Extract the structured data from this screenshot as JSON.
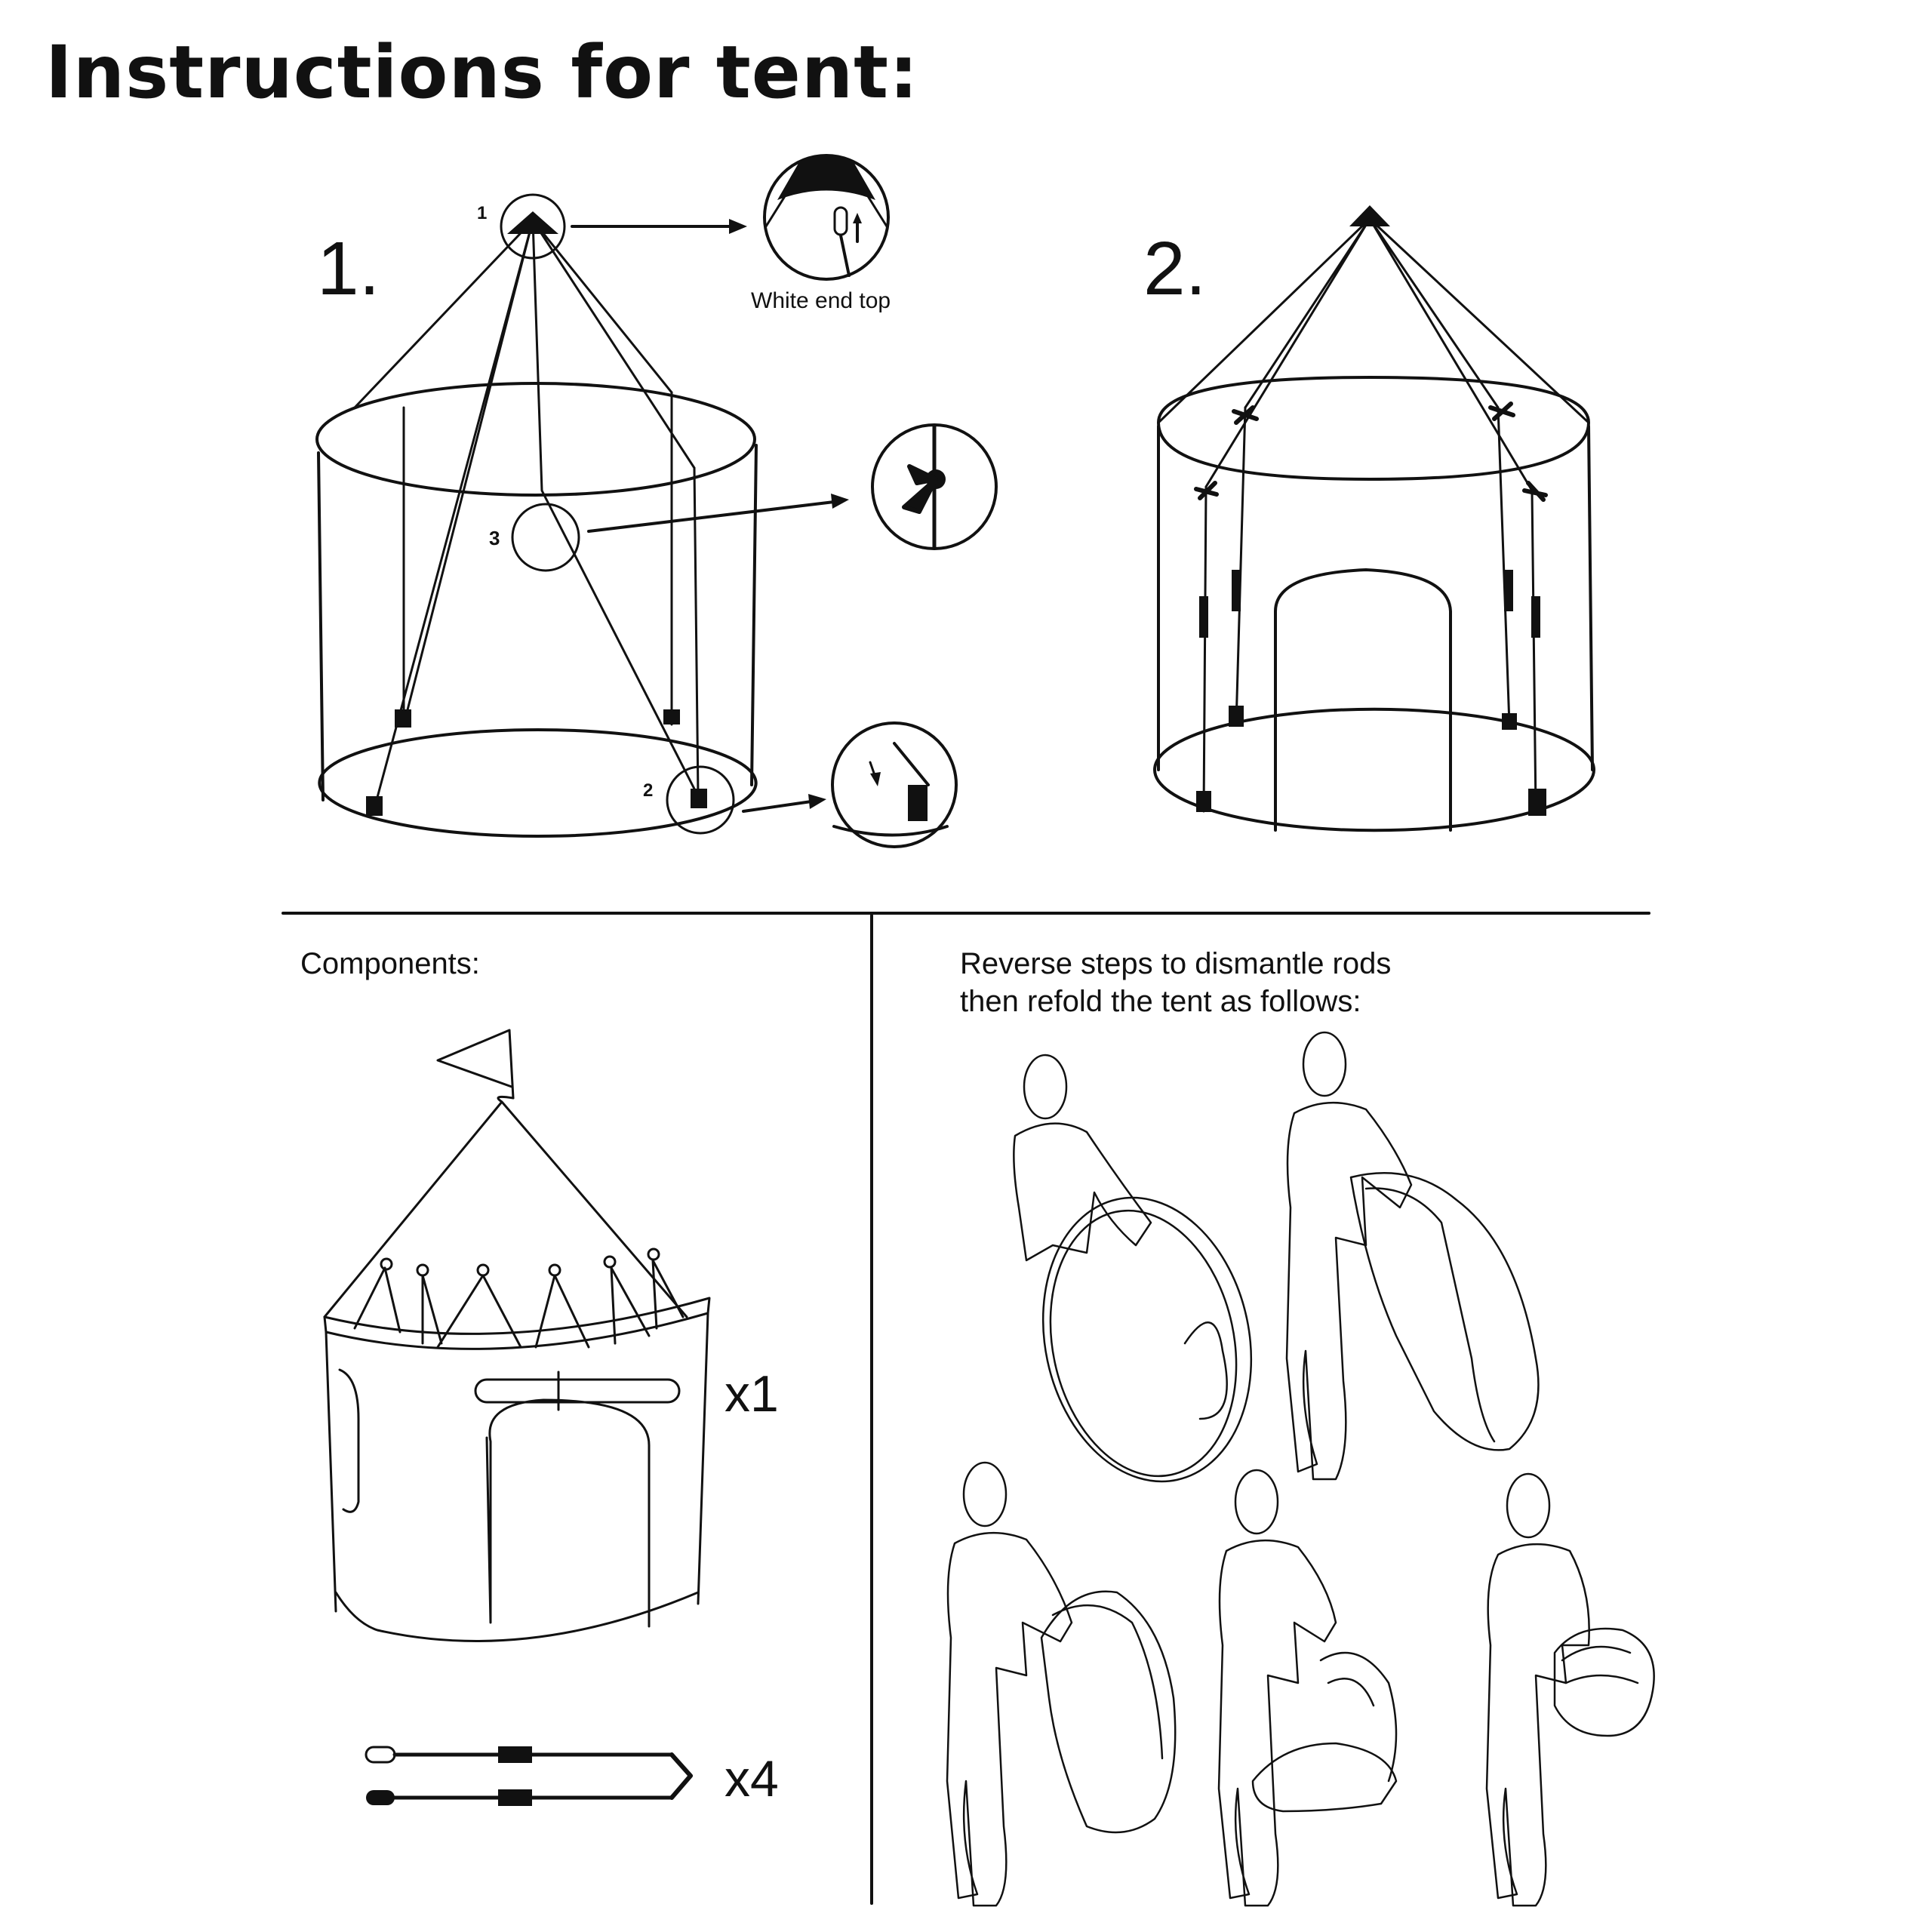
{
  "title": "Instructions for tent:",
  "step1": {
    "number": "1.",
    "callouts": [
      "1",
      "2",
      "3"
    ],
    "caption": "White end top"
  },
  "step2": {
    "number": "2."
  },
  "components": {
    "heading": "Components:",
    "tent_qty": "x1",
    "rod_qty": "x4"
  },
  "refold": {
    "line1": "Reverse steps to dismantle rods",
    "line2": "then refold the tent as follows:"
  }
}
